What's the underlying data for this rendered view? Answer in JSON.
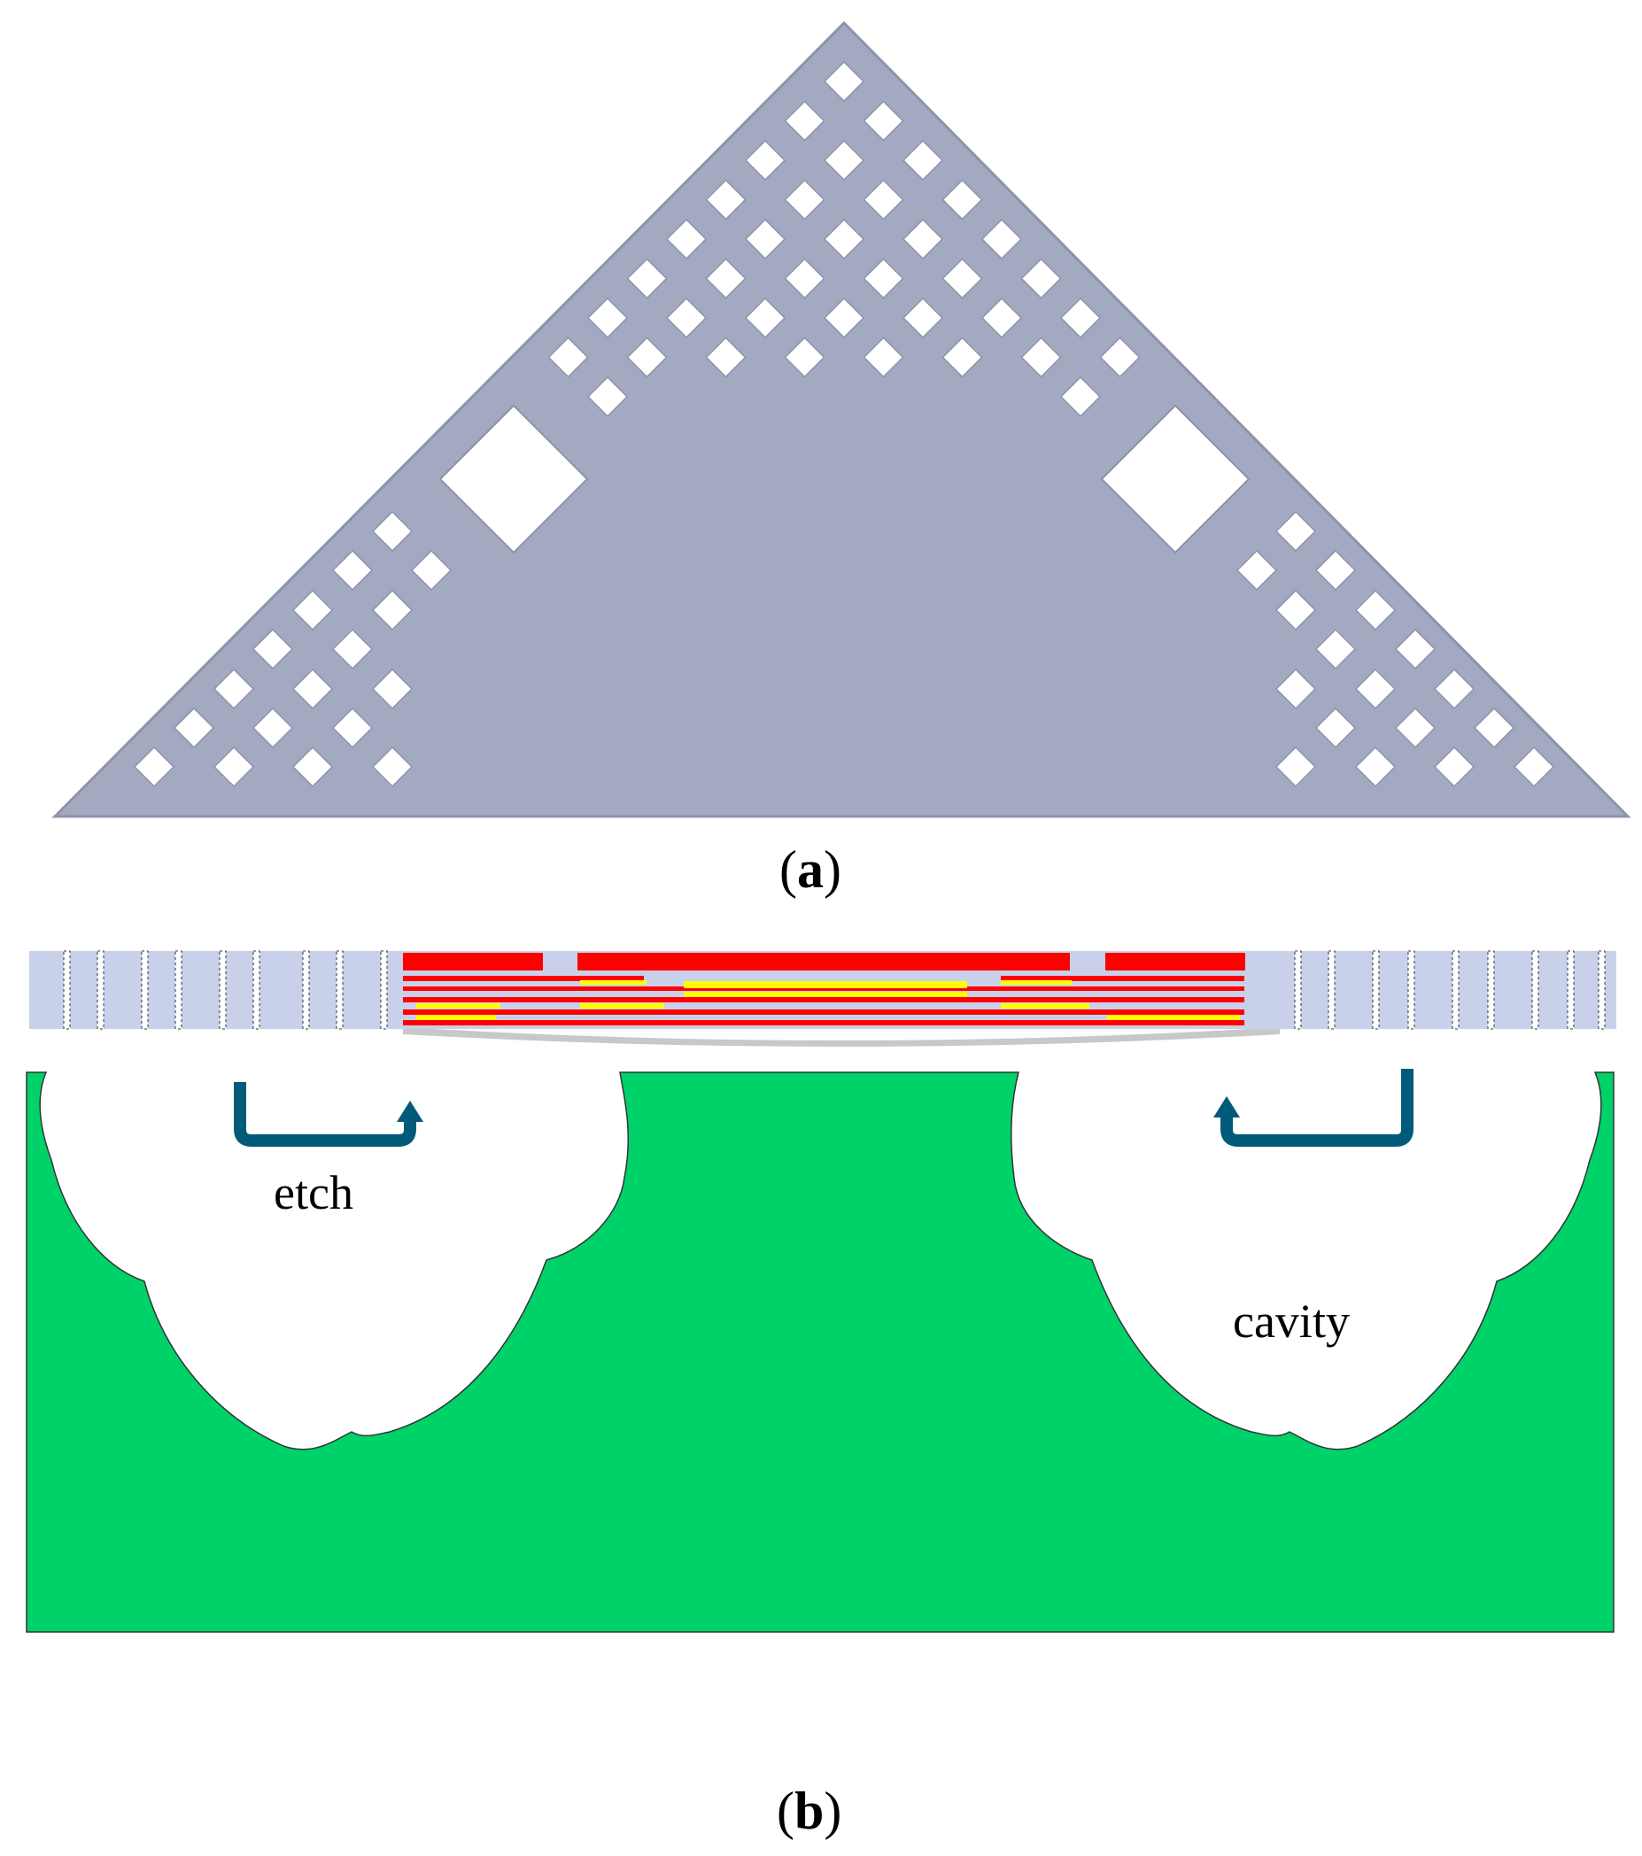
{
  "panel_a": {
    "caption_open": "(",
    "caption_letter": "a",
    "caption_close": ")",
    "colors": {
      "plate": "#a2a9c1",
      "plate_edge": "#8d93a8",
      "hole": "#ffffff"
    }
  },
  "panel_b": {
    "caption_open": "(",
    "caption_letter": "b",
    "caption_close": ")",
    "labels": {
      "etch": "etch",
      "cavity": "cavity"
    },
    "colors": {
      "membrane": "#c8d0ea",
      "metal_red": "#ff0000",
      "metal_yellow": "#ffff00",
      "substrate": "#00d26a",
      "arrow": "#005a7a"
    }
  }
}
